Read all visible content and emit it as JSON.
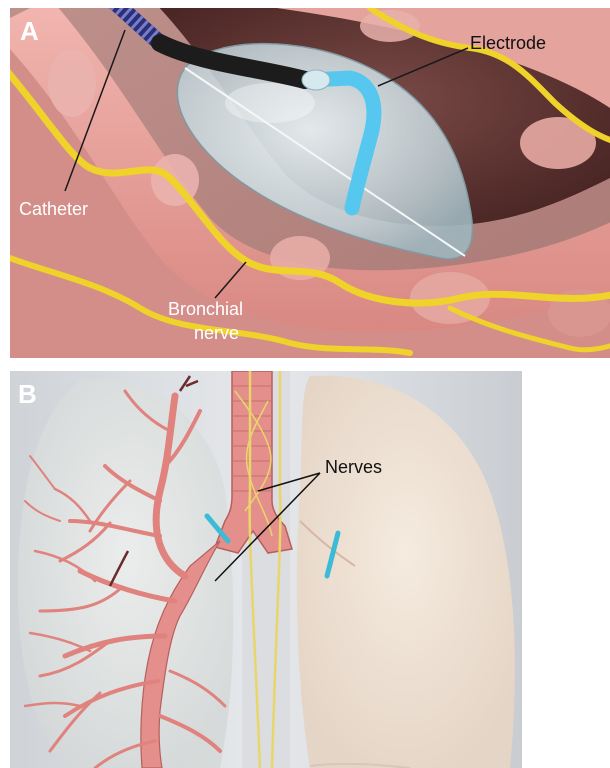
{
  "panel_a": {
    "letter": "A",
    "labels": {
      "electrode": "Electrode",
      "catheter": "Catheter",
      "bronchial_nerve_line1": "Bronchial",
      "bronchial_nerve_line2": "nerve"
    }
  },
  "panel_b": {
    "letter": "B",
    "labels": {
      "nerves": "Nerves"
    }
  },
  "colors": {
    "tissue": "#e9a4a0",
    "tissue_dark": "#c2706c",
    "nerve_yellow": "#efd22a",
    "electrode_blue": "#56c8ef",
    "balloon": "#cfdfe4",
    "lung": "#f0e4d7",
    "background_b": "#dfe2e6"
  }
}
